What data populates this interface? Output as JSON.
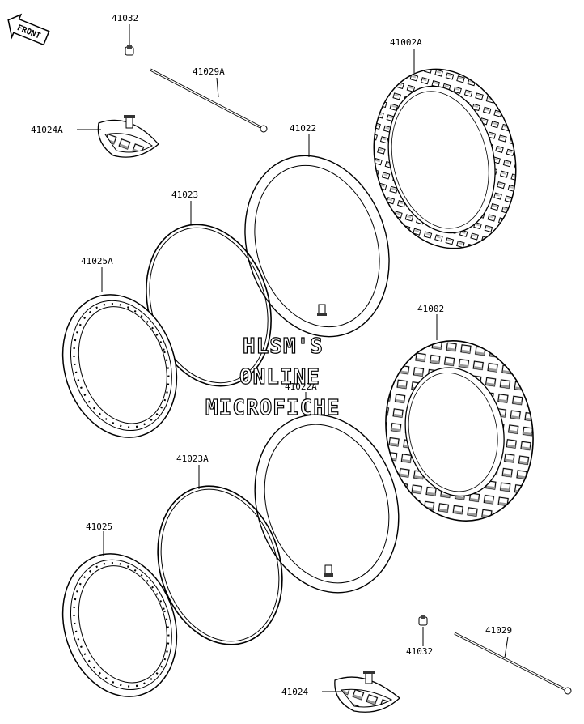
{
  "front_badge": {
    "text": "FRONT"
  },
  "watermark": {
    "line1": "HLSM'S",
    "line2": "ONLINE",
    "line3": "MICROFICHE"
  },
  "parts": {
    "p41032_top": "41032",
    "p41029A": "41029A",
    "p41024A": "41024A",
    "p41002A": "41002A",
    "p41022": "41022",
    "p41023": "41023",
    "p41025A": "41025A",
    "p41002": "41002",
    "p41022A": "41022A",
    "p41023A": "41023A",
    "p41025": "41025",
    "p41032_bottom": "41032",
    "p41029": "41029",
    "p41024": "41024"
  }
}
